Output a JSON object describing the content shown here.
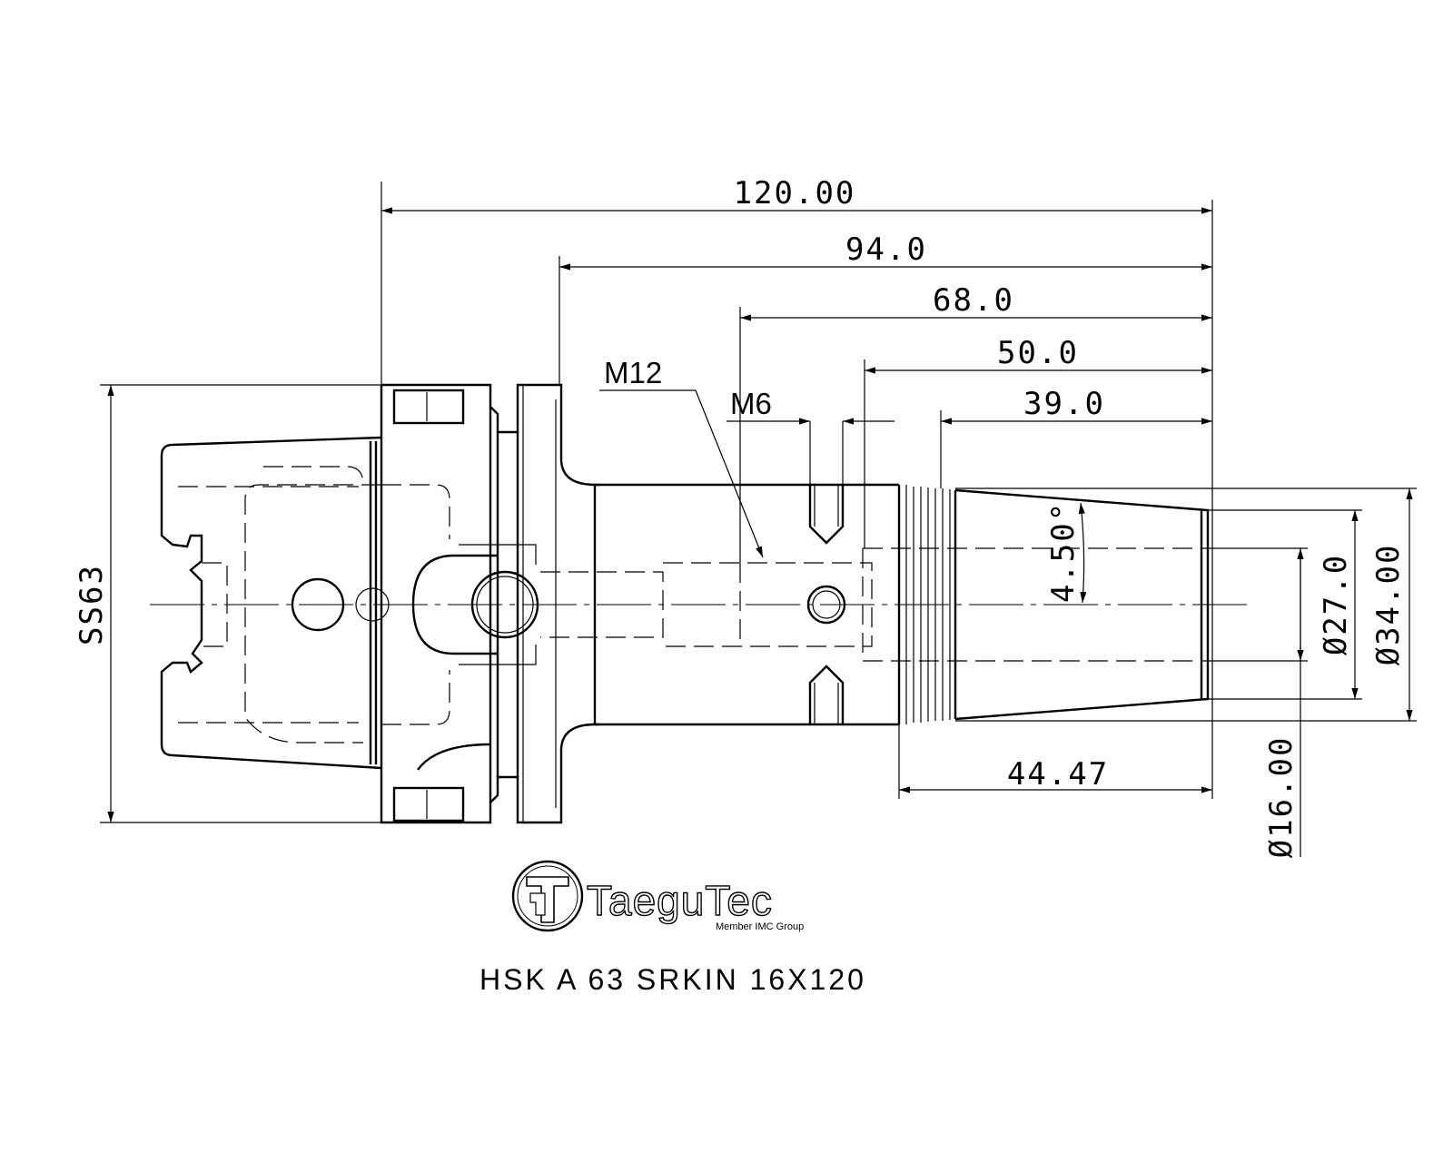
{
  "dimensions": {
    "overall_length": "120.00",
    "length_94": "94.0",
    "length_68": "68.0",
    "length_50": "50.0",
    "length_39": "39.0",
    "length_44": "44.47",
    "flange_size": "SS63",
    "taper_angle": "4.50°",
    "diameter_27": "Ø27.0",
    "diameter_34": "Ø34.00",
    "diameter_16": "Ø16.00"
  },
  "threads": {
    "m12": "M12",
    "m6": "M6"
  },
  "logo": {
    "brand": "TaeguTec",
    "tagline": "Member IMC Group"
  },
  "part_number": "HSK A 63 SRKIN 16X120"
}
